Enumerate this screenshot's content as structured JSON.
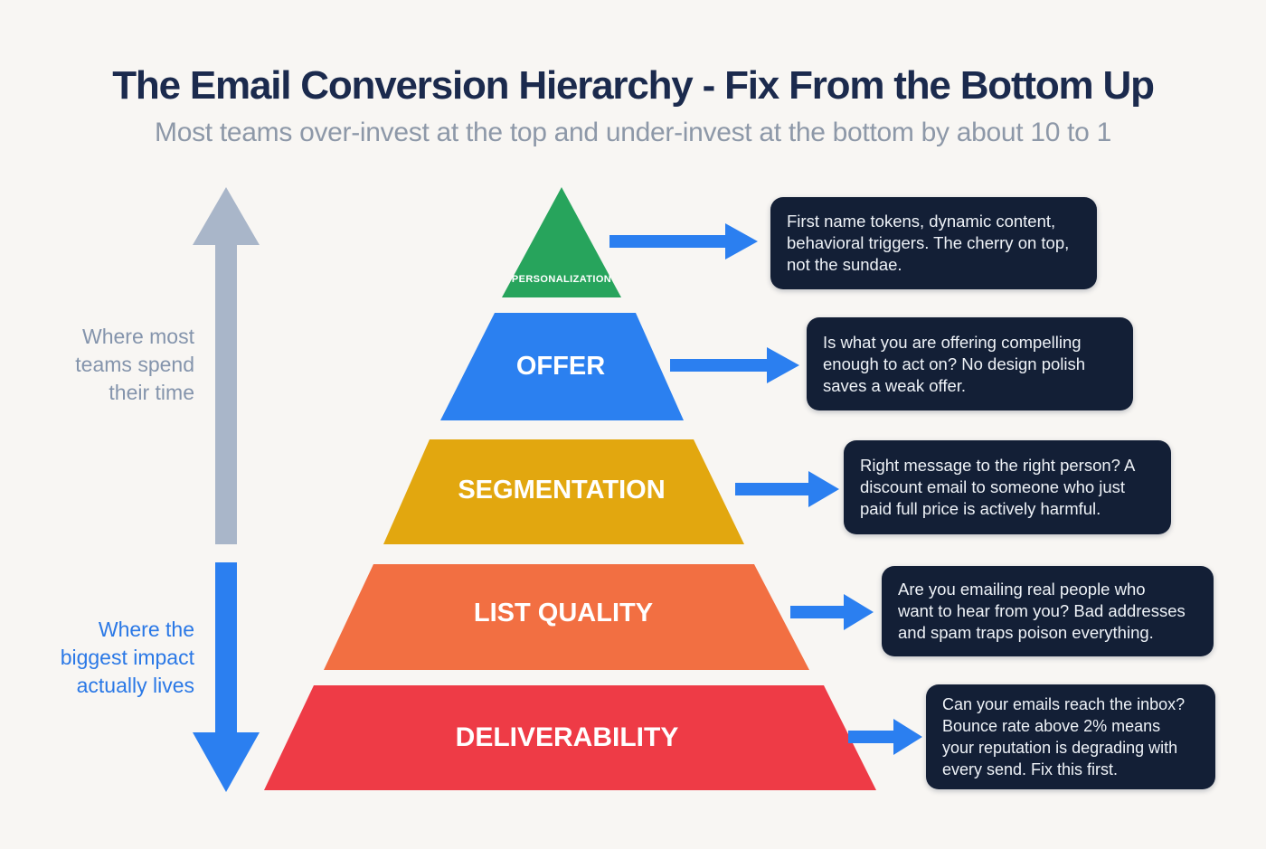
{
  "title": "The Email Conversion Hierarchy - Fix From the Bottom Up",
  "subtitle": "Most teams over-invest at the top and under-invest at the bottom by about 10 to 1",
  "colors": {
    "background": "#f8f6f3",
    "title_text": "#1b2a4d",
    "subtitle_text": "#8d98a8",
    "callout_background": "#131f36",
    "callout_text": "#eef2f7",
    "connector_arrow_blue": "#2b7ff0",
    "up_arrow_gray": "#a9b6c9",
    "down_arrow_blue": "#2b7ff0",
    "side_note_gray": "#8494ac",
    "side_note_blue": "#2a78e6"
  },
  "left_annotations": {
    "most_time": {
      "arrow_direction": "up",
      "lines": [
        "Where most",
        "teams spend",
        "their time"
      ]
    },
    "biggest_impact": {
      "arrow_direction": "down",
      "lines": [
        "Where the",
        "biggest impact",
        "actually lives"
      ]
    }
  },
  "pyramid": {
    "levels": [
      {
        "id": "personalization",
        "label": "PERSONALIZATION",
        "color": "#27a45c",
        "callout_lines": [
          "First name tokens, dynamic content,",
          "behavioral triggers. The cherry on top,",
          "not the sundae."
        ]
      },
      {
        "id": "offer",
        "label": "OFFER",
        "color": "#2b80f0",
        "callout_lines": [
          "Is what you are offering compelling",
          "enough to act on? No design polish",
          "saves a weak offer."
        ]
      },
      {
        "id": "segmentation",
        "label": "SEGMENTATION",
        "color": "#e2a70f",
        "callout_lines": [
          "Right message to the right person? A",
          "discount email to someone who just",
          "paid full price is actively harmful."
        ]
      },
      {
        "id": "list_quality",
        "label": "LIST QUALITY",
        "color": "#f26f42",
        "callout_lines": [
          "Are you emailing real people who",
          "want to hear from you? Bad addresses",
          "and spam traps poison everything."
        ]
      },
      {
        "id": "deliverability",
        "label": "DELIVERABILITY",
        "color": "#ee3b46",
        "callout_lines": [
          "Can your emails reach the inbox?",
          "Bounce rate above 2% means",
          "your reputation is degrading with",
          "every send. Fix this first."
        ]
      }
    ]
  }
}
